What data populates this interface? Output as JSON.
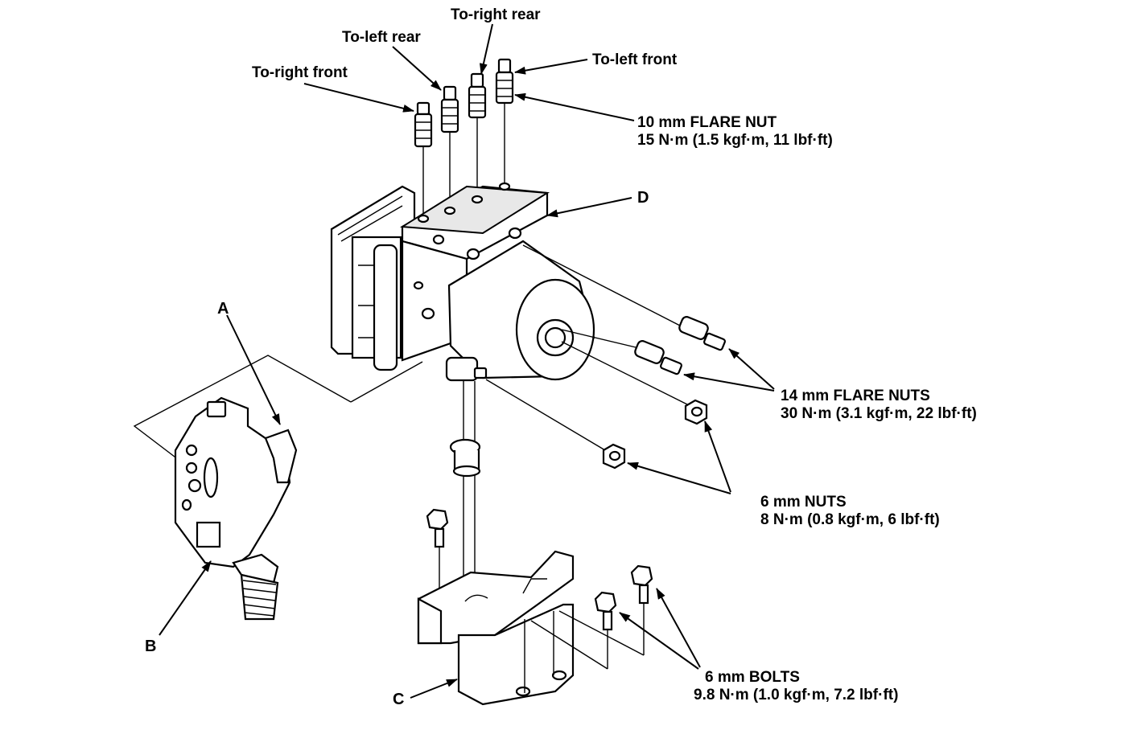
{
  "colors": {
    "ink": "#000000",
    "paper": "#ffffff"
  },
  "labels": {
    "to_right_rear": "To-right rear",
    "to_left_rear": "To-left rear",
    "to_left_front": "To-left front",
    "to_right_front": "To-right front",
    "flare_nut_10_title": "10 mm FLARE NUT",
    "flare_nut_10_torque": "15 N·m (1.5 kgf·m, 11 lbf·ft)",
    "flare_nuts_14_title": "14 mm FLARE NUTS",
    "flare_nuts_14_torque": "30 N·m (3.1 kgf·m, 22 lbf·ft)",
    "nuts_6_title": "6 mm NUTS",
    "nuts_6_torque": "8 N·m (0.8 kgf·m, 6 lbf·ft)",
    "bolts_6_title": "6 mm BOLTS",
    "bolts_6_torque": "9.8 N·m (1.0 kgf·m, 7.2 lbf·ft)",
    "a": "A",
    "b": "B",
    "c": "C",
    "d": "D"
  }
}
